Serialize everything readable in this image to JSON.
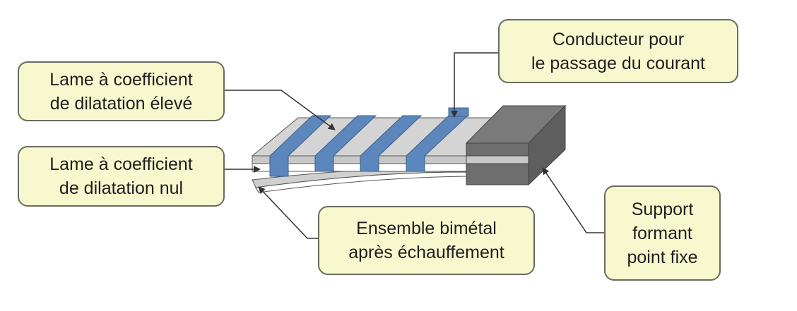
{
  "labels": {
    "high_expansion_blade": "Lame à coefficient\nde dilatation élevé",
    "zero_expansion_blade": "Lame à coefficient\nde dilatation nul",
    "conductor": "Conducteur pour\nle passage du courant",
    "bimetal_heated": "Ensemble bimétal\naprès échauffement",
    "fixed_support": "Support\nformant\npoint fixe"
  },
  "colors": {
    "label_fill": "#f8f8cf",
    "conductor_blue": "#5b87bd",
    "blade_grey": "#cfcfcf",
    "support_grey": "#666666"
  }
}
